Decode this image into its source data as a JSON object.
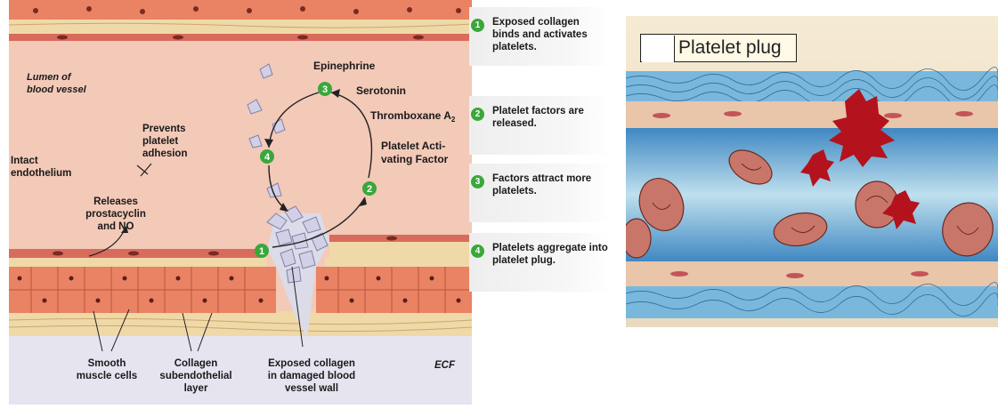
{
  "left_diagram": {
    "lumen": [
      "Lumen of",
      "blood vessel"
    ],
    "intact": [
      "Intact",
      "endothelium"
    ],
    "prevents": [
      "Prevents",
      "platelet",
      "adhesion"
    ],
    "releases": [
      "Releases",
      "prostacyclin",
      "and NO"
    ],
    "epinephrine": "Epinephrine",
    "serotonin": "Serotonin",
    "thromboxane": "Thromboxane A",
    "thromboxane_sub": "2",
    "paf": [
      "Platelet Acti-",
      "vating Factor"
    ],
    "smooth": [
      "Smooth",
      "muscle cells"
    ],
    "collagen": [
      "Collagen",
      "subendothelial",
      "layer"
    ],
    "exposed": [
      "Exposed collagen",
      "in damaged blood",
      "vessel wall"
    ],
    "ecf": "ECF",
    "cycle_numbers": [
      "1",
      "2",
      "3",
      "4"
    ]
  },
  "steps": [
    {
      "num": "1",
      "text": "Exposed collagen binds and activates platelets."
    },
    {
      "num": "2",
      "text": "Platelet factors are released."
    },
    {
      "num": "3",
      "text": "Factors attract more platelets."
    },
    {
      "num": "4",
      "text": "Platelets aggregate into platelet plug."
    }
  ],
  "right_diagram": {
    "label": "Platelet plug"
  },
  "colors": {
    "lumen": "#f3c9b8",
    "endothelium": "#d96b5c",
    "muscle": "#e98363",
    "collagen": "#f0d9a8",
    "ecf": "#e6e4ef",
    "step_green": "#3aa73a",
    "plasma": "#4f99cc",
    "rbc": "#c9766a",
    "platelet": "#b4121d"
  }
}
